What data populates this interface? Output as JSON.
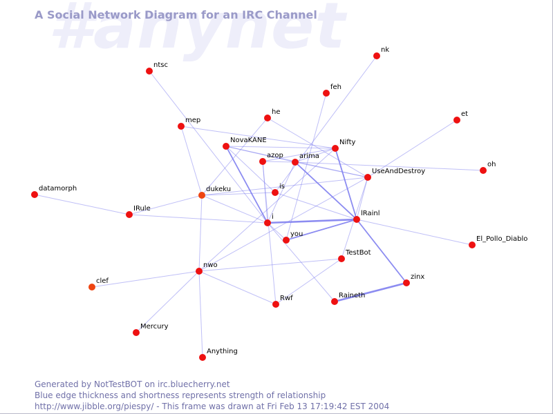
{
  "watermark": "#anynet",
  "title": "A Social Network Diagram for an IRC Channel",
  "footer": {
    "line1": "Generated by NotTestBOT on irc.bluecherry.net",
    "line2": "Blue edge thickness and shortness represents strength of relationship",
    "line3": "http://www.jibble.org/piespy/ - This frame was drawn at Fri Feb 13 17:19:42 EST 2004"
  },
  "colors": {
    "node": "#ee1111",
    "node_alt": "#ee4411",
    "edge": "#8080f0",
    "title": "#9a9ac8",
    "watermark": "#eeeefa",
    "footer": "#7070a8"
  },
  "nodes": [
    {
      "id": "nk"
    },
    {
      "id": "ntsc"
    },
    {
      "id": "feh"
    },
    {
      "id": "he"
    },
    {
      "id": "et"
    },
    {
      "id": "mep"
    },
    {
      "id": "NovaKANE"
    },
    {
      "id": "Nifty"
    },
    {
      "id": "azop"
    },
    {
      "id": "arima"
    },
    {
      "id": "UseAndDestroy"
    },
    {
      "id": "oh"
    },
    {
      "id": "datamorph"
    },
    {
      "id": "dukeku"
    },
    {
      "id": "is"
    },
    {
      "id": "IRule"
    },
    {
      "id": "i"
    },
    {
      "id": "lRainl"
    },
    {
      "id": "you"
    },
    {
      "id": "El_Pollo_Diablo"
    },
    {
      "id": "TestBot"
    },
    {
      "id": "nwo"
    },
    {
      "id": "clef"
    },
    {
      "id": "zinx"
    },
    {
      "id": "Rwf"
    },
    {
      "id": "Raineth"
    },
    {
      "id": "Mercury"
    },
    {
      "id": "Anything"
    }
  ],
  "edges": [
    {
      "source": "i",
      "target": "lRainl",
      "weight": 3
    },
    {
      "source": "you",
      "target": "lRainl",
      "weight": 2
    },
    {
      "source": "Raineth",
      "target": "zinx",
      "weight": 3
    },
    {
      "source": "lRainl",
      "target": "zinx",
      "weight": 2
    },
    {
      "source": "NovaKANE",
      "target": "i",
      "weight": 2
    },
    {
      "source": "Nifty",
      "target": "lRainl",
      "weight": 2
    },
    {
      "source": "arima",
      "target": "lRainl",
      "weight": 2
    },
    {
      "source": "UseAndDestroy",
      "target": "lRainl",
      "weight": 1
    },
    {
      "source": "UseAndDestroy",
      "target": "TestBot",
      "weight": 1
    },
    {
      "source": "dukeku",
      "target": "IRule",
      "weight": 1
    },
    {
      "source": "dukeku",
      "target": "is",
      "weight": 1
    },
    {
      "source": "dukeku",
      "target": "i",
      "weight": 1
    },
    {
      "source": "dukeku",
      "target": "UseAndDestroy",
      "weight": 1
    },
    {
      "source": "arima",
      "target": "i",
      "weight": 1
    },
    {
      "source": "arima",
      "target": "UseAndDestroy",
      "weight": 1
    },
    {
      "source": "arima",
      "target": "Nifty",
      "weight": 1
    },
    {
      "source": "arima",
      "target": "oh",
      "weight": 1
    },
    {
      "source": "azop",
      "target": "Nifty",
      "weight": 1
    },
    {
      "source": "azop",
      "target": "arima",
      "weight": 1
    },
    {
      "source": "azop",
      "target": "i",
      "weight": 1
    },
    {
      "source": "NovaKANE",
      "target": "Nifty",
      "weight": 1
    },
    {
      "source": "NovaKANE",
      "target": "UseAndDestroy",
      "weight": 1
    },
    {
      "source": "NovaKANE",
      "target": "arima",
      "weight": 1
    },
    {
      "source": "mep",
      "target": "dukeku",
      "weight": 1
    },
    {
      "source": "mep",
      "target": "Nifty",
      "weight": 1
    },
    {
      "source": "ntsc",
      "target": "i",
      "weight": 1
    },
    {
      "source": "he",
      "target": "UseAndDestroy",
      "weight": 1
    },
    {
      "source": "he",
      "target": "dukeku",
      "weight": 1
    },
    {
      "source": "feh",
      "target": "you",
      "weight": 1
    },
    {
      "source": "nk",
      "target": "is",
      "weight": 1
    },
    {
      "source": "et",
      "target": "UseAndDestroy",
      "weight": 1
    },
    {
      "source": "datamorph",
      "target": "IRule",
      "weight": 1
    },
    {
      "source": "IRule",
      "target": "i",
      "weight": 1
    },
    {
      "source": "is",
      "target": "lRainl",
      "weight": 1
    },
    {
      "source": "i",
      "target": "you",
      "weight": 1
    },
    {
      "source": "i",
      "target": "Raineth",
      "weight": 1
    },
    {
      "source": "lRainl",
      "target": "El_Pollo_Diablo",
      "weight": 1
    },
    {
      "source": "TestBot",
      "target": "Rwf",
      "weight": 1
    },
    {
      "source": "nwo",
      "target": "dukeku",
      "weight": 1
    },
    {
      "source": "nwo",
      "target": "Nifty",
      "weight": 1
    },
    {
      "source": "nwo",
      "target": "TestBot",
      "weight": 1
    },
    {
      "source": "nwo",
      "target": "Rwf",
      "weight": 1
    },
    {
      "source": "nwo",
      "target": "clef",
      "weight": 1
    },
    {
      "source": "nwo",
      "target": "Mercury",
      "weight": 1
    },
    {
      "source": "nwo",
      "target": "Anything",
      "weight": 1
    },
    {
      "source": "UseAndDestroy",
      "target": "nwo",
      "weight": 1
    },
    {
      "source": "azop",
      "target": "Rwf",
      "weight": 1
    },
    {
      "source": "is",
      "target": "NovaKANE",
      "weight": 1
    }
  ]
}
